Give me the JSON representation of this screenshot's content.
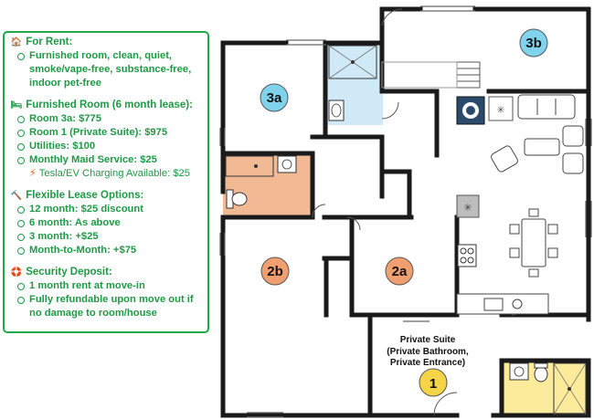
{
  "info": {
    "rent": {
      "title": "For Rent:",
      "icon": "house-icon",
      "items": [
        "Furnished room, clean, quiet, smoke/vape-free, substance-free, indoor pet-free"
      ]
    },
    "furnished": {
      "title": "Furnished Room (6 month lease):",
      "icon": "bed-icon",
      "items": [
        "Room 3a: $775",
        "Room 1 (Private Suite): $975",
        "Utilities: $100",
        "Monthly Maid Service: $25"
      ],
      "sub": "Tesla/EV Charging Available: $25"
    },
    "lease": {
      "title": "Flexible Lease Options:",
      "icon": "hammer-icon",
      "items": [
        "12 month: $25 discount",
        "6 month: As above",
        "3 month: +$25",
        "Month-to-Month: +$75"
      ]
    },
    "deposit": {
      "title": "Security Deposit:",
      "icon": "lifebuoy-icon",
      "items": [
        "1 month rent at move-in",
        "Fully refundable upon move out if no damage to room/house"
      ]
    }
  },
  "rooms": {
    "r3b": {
      "label": "3b",
      "color": "#7fd3ec"
    },
    "r3a": {
      "label": "3a",
      "color": "#7fd3ec"
    },
    "r2b": {
      "label": "2b",
      "color": "#f0a070"
    },
    "r2a": {
      "label": "2a",
      "color": "#f0a070"
    },
    "r1": {
      "label": "1",
      "color": "#f5d547"
    }
  },
  "suite_note": {
    "line1": "Private Suite",
    "line2": "(Private Bathroom,",
    "line3": "Private Entrance)"
  },
  "colors": {
    "accent": "#1fa84a",
    "blue_bath": "#cfe9f6",
    "orange_bath": "#f2b995",
    "yellow_bath": "#fbeb9a"
  }
}
